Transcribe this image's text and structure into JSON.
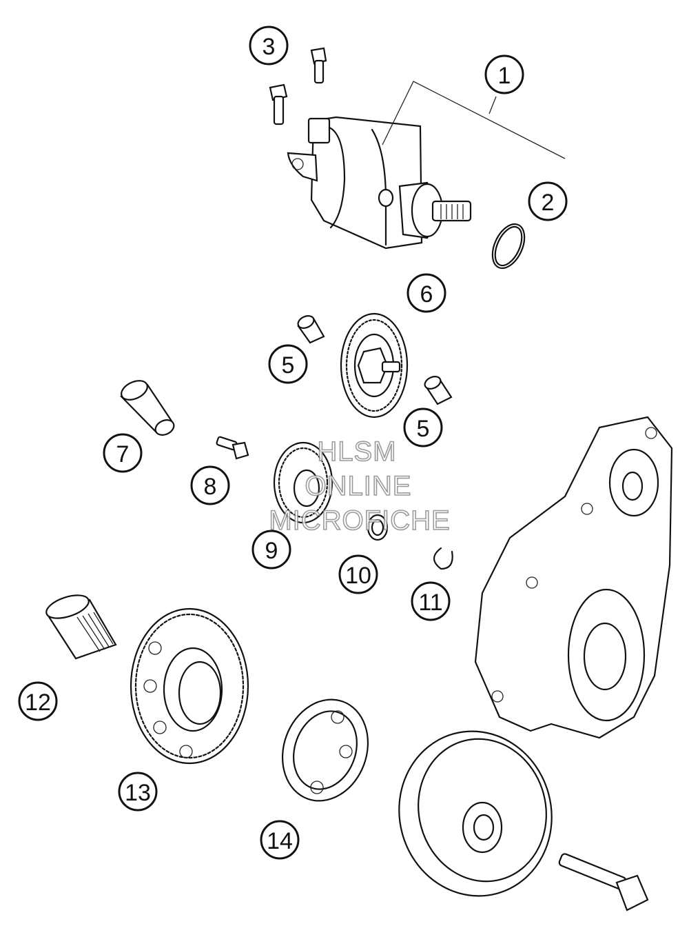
{
  "callouts": [
    {
      "label": "1"
    },
    {
      "label": "2"
    },
    {
      "label": "3"
    },
    {
      "label": "5"
    },
    {
      "label": "5"
    },
    {
      "label": "6"
    },
    {
      "label": "7"
    },
    {
      "label": "8"
    },
    {
      "label": "9"
    },
    {
      "label": "10"
    },
    {
      "label": "11"
    },
    {
      "label": "12"
    },
    {
      "label": "13"
    },
    {
      "label": "14"
    }
  ],
  "watermark": {
    "line1": "HLSM",
    "line2": "ONLINE",
    "line3": "MICROFICHE"
  }
}
